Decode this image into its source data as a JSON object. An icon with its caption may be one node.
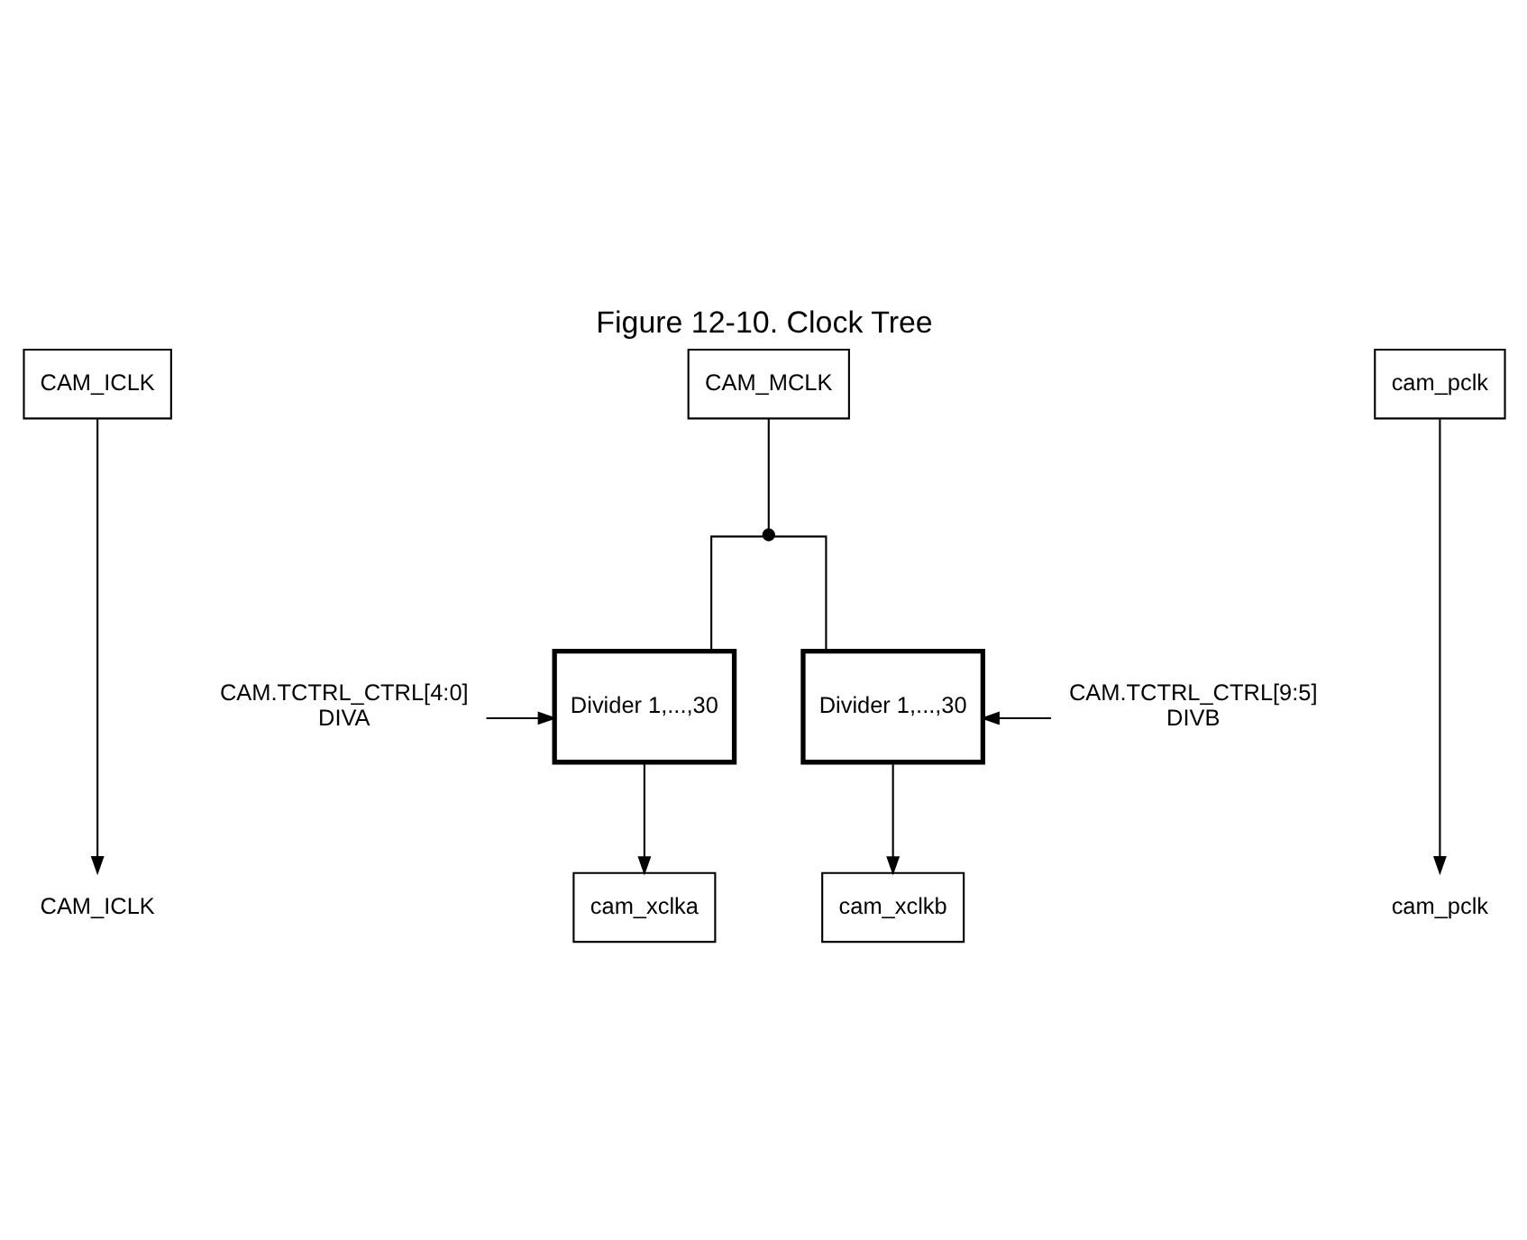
{
  "diagram": {
    "title": "Figure 12-10. Clock Tree",
    "nodes": [
      {
        "text": [
          "CAM_ICLK"
        ]
      },
      {
        "text": [
          "CAM_MCLK"
        ]
      },
      {
        "text": [
          "cam_pclk"
        ]
      },
      {
        "text": [],
        "shape": "circle"
      },
      {
        "text": [
          "Divider 1,...,30"
        ]
      },
      {
        "text": [
          "Divider 1,...,30"
        ]
      },
      {
        "text": [
          "CAM.TCTRL_CTRL[4:0]",
          "DIVA"
        ]
      },
      {
        "text": [
          "CAM.TCTRL_CTRL[9:5]",
          "DIVB"
        ]
      },
      {
        "text": [
          "CAM_ICLK"
        ]
      },
      {
        "text": [
          "cam_xclka"
        ]
      },
      {
        "text": [
          "cam_xclkb"
        ]
      },
      {
        "text": [
          "cam_pclk"
        ]
      }
    ],
    "edges": [
      {
        "from": 0,
        "to": 8,
        "arrow": "to"
      },
      {
        "from": 1,
        "to": 3,
        "arrow": "none"
      },
      {
        "from": 3,
        "to": 4,
        "arrow": "none"
      },
      {
        "from": 3,
        "to": 5,
        "arrow": "none"
      },
      {
        "from": 6,
        "to": 4,
        "arrow": "to"
      },
      {
        "from": 7,
        "to": 5,
        "arrow": "to"
      },
      {
        "from": 4,
        "to": 9,
        "arrow": "to"
      },
      {
        "from": 5,
        "to": 10,
        "arrow": "to"
      },
      {
        "from": 2,
        "to": 11,
        "arrow": "to"
      }
    ]
  }
}
